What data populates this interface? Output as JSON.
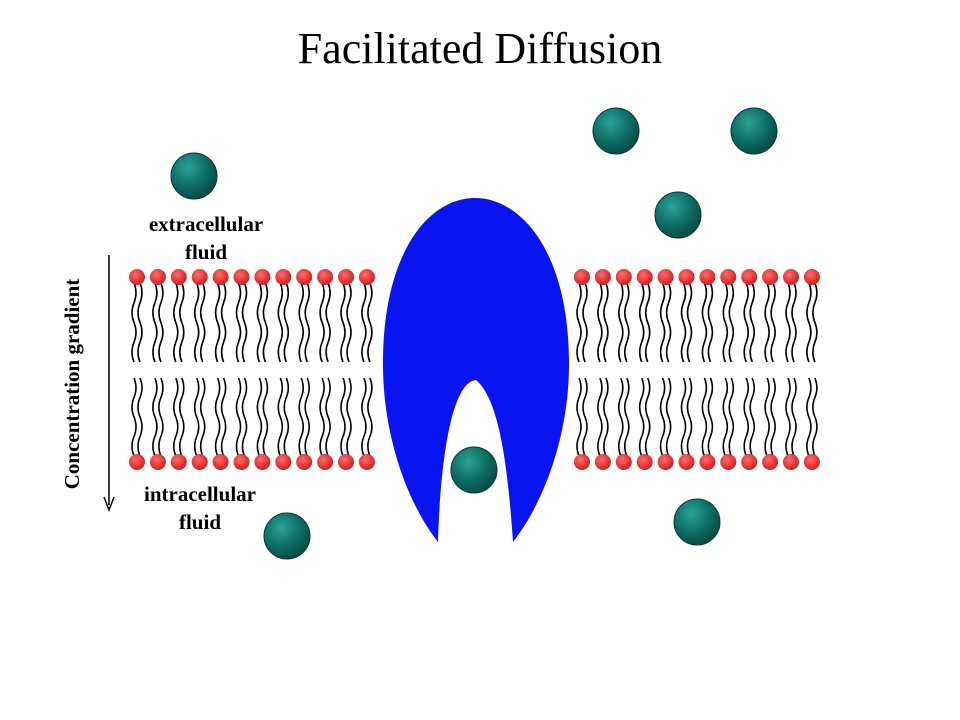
{
  "title": "Facilitated Diffusion",
  "labels": {
    "extracellular": [
      "extracellular",
      "fluid"
    ],
    "intracellular": [
      "intracellular",
      "fluid"
    ],
    "gradient": "Concentration gradient"
  },
  "colors": {
    "background": "#ffffff",
    "phospholipid_head": "#e02424",
    "lipid_tail": "#000000",
    "carrier_protein": "#0a14f0",
    "molecule": "#0d6b63",
    "text": "#000000"
  },
  "icons": {
    "molecule": "teal-sphere",
    "carrier": "carrier-protein-shape",
    "gradient_arrow": "down-arrow"
  }
}
